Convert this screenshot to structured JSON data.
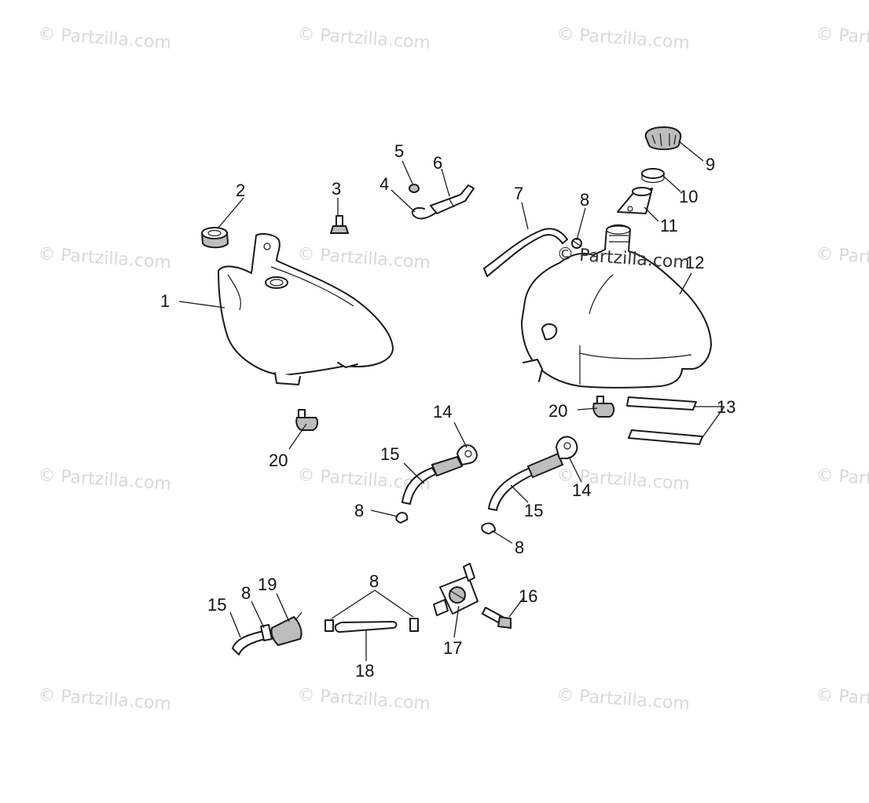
{
  "watermark": {
    "text": "© Partzilla.com",
    "color": "#d9d9d9"
  },
  "callouts": {
    "c1": "1",
    "c2": "2",
    "c3": "3",
    "c4": "4",
    "c5": "5",
    "c6": "6",
    "c7": "7",
    "c8a": "8",
    "c9": "9",
    "c10": "10",
    "c11": "11",
    "c12": "12",
    "c13": "13",
    "c14a": "14",
    "c15a": "15",
    "c8b": "8",
    "c14b": "14",
    "c15b": "15",
    "c8c": "8",
    "c20a": "20",
    "c20b": "20",
    "c15c": "15",
    "c8d": "8",
    "c19": "19",
    "c8e": "8",
    "c18": "18",
    "c17": "17",
    "c16": "16"
  }
}
